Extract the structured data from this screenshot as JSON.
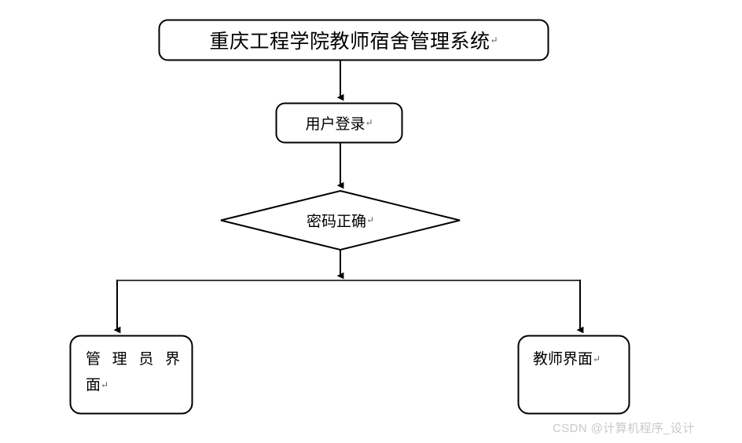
{
  "diagram": {
    "type": "flowchart",
    "background_color": "#ffffff",
    "stroke_color": "#000000",
    "text_color": "#000000",
    "title": "重庆工程学院教师宿舍管理系统",
    "nodes": [
      {
        "id": "title",
        "shape": "rounded-rectangle",
        "text": "重庆工程学院教师宿舍管理系统",
        "pilcrow": "↵"
      },
      {
        "id": "login",
        "shape": "rounded-rectangle",
        "text": "用户登录",
        "pilcrow": "↵"
      },
      {
        "id": "decision",
        "shape": "diamond",
        "text": "密码正确",
        "pilcrow": "↵"
      },
      {
        "id": "admin",
        "shape": "rounded-rectangle",
        "text_line1": "管理员界",
        "text_line2": "面",
        "text": "管理员界面",
        "pilcrow": "↵"
      },
      {
        "id": "teacher",
        "shape": "rounded-rectangle",
        "text": "教师界面",
        "pilcrow": "↵"
      }
    ],
    "edges": [
      {
        "from": "title",
        "to": "login",
        "style": "straight-arrow"
      },
      {
        "from": "login",
        "to": "decision",
        "style": "straight-arrow"
      },
      {
        "from": "decision",
        "to": "admin",
        "style": "elbow-arrow"
      },
      {
        "from": "decision",
        "to": "teacher",
        "style": "elbow-arrow"
      }
    ]
  },
  "watermark": {
    "text": "CSDN @计算机程序_设计",
    "color": "#c9c9c9"
  }
}
